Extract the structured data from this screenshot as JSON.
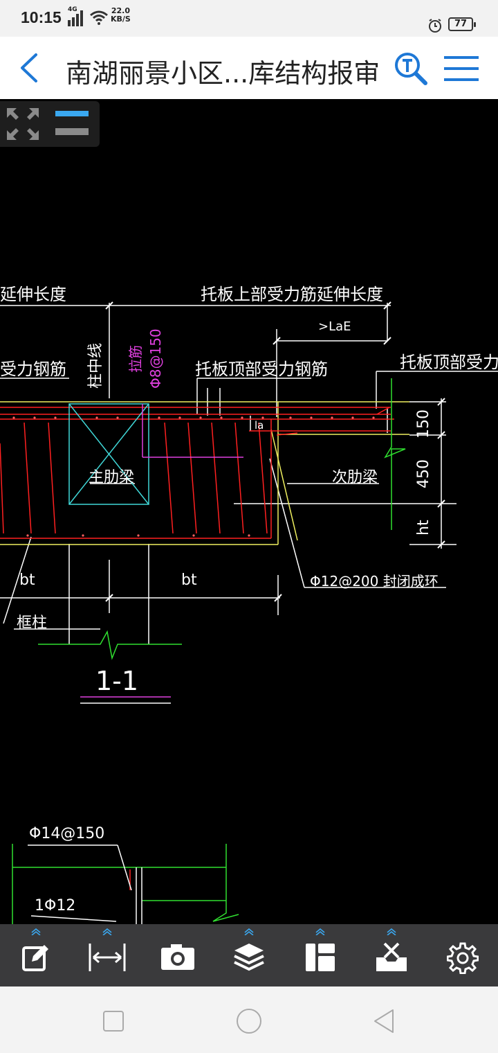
{
  "status_bar": {
    "time": "10:15",
    "network": "4G",
    "speed_value": "22.0",
    "speed_unit": "KB/S",
    "battery": "77"
  },
  "header": {
    "title": "南湖丽景小区...库结构报审",
    "icons": {
      "back": "back-arrow-icon",
      "search": "text-search-icon",
      "menu": "hamburger-menu-icon"
    }
  },
  "drawing": {
    "labels": {
      "extension_length_left": "延伸长度",
      "top_bar_extension": "托板上部受力筋延伸长度",
      "lae": ">LaE",
      "stressed_bar_left": "受力钢筋",
      "axis": "柱中线",
      "tie_bar": "拉筋",
      "tie_spec": "Φ8@150",
      "plate_top_bar_mid": "托板顶部受力钢筋",
      "plate_top_bar_right": "托板顶部受力钢筋",
      "la": "la",
      "main_beam": "主肋梁",
      "secondary_beam": "次肋梁",
      "dim_150": "150",
      "dim_450": "450",
      "dim_ht": "ht",
      "stirrup": "Φ12@200 封闭成环",
      "bt_left": "bt",
      "bt_right": "bt",
      "column": "框柱",
      "section": "1-1",
      "bar_14": "Φ14@150",
      "bar_12": "1Φ12"
    },
    "colors": {
      "red": "#ff2020",
      "white": "#ffffff",
      "yellow": "#f0f060",
      "green": "#30e030",
      "cyan": "#40d8d8",
      "magenta": "#e040e0"
    }
  },
  "toolbar": {
    "tools": [
      {
        "name": "annotate-tool",
        "icon": "edit-icon"
      },
      {
        "name": "measure-tool",
        "icon": "measure-icon"
      },
      {
        "name": "screenshot-tool",
        "icon": "camera-icon"
      },
      {
        "name": "layers-tool",
        "icon": "layers-icon"
      },
      {
        "name": "layout-tool",
        "icon": "layout-icon"
      },
      {
        "name": "toolbox-tool",
        "icon": "toolbox-icon"
      },
      {
        "name": "settings-tool",
        "icon": "gear-icon"
      }
    ]
  },
  "nav_bar": {
    "icons": [
      "recent-apps-icon",
      "home-icon",
      "back-icon"
    ]
  }
}
